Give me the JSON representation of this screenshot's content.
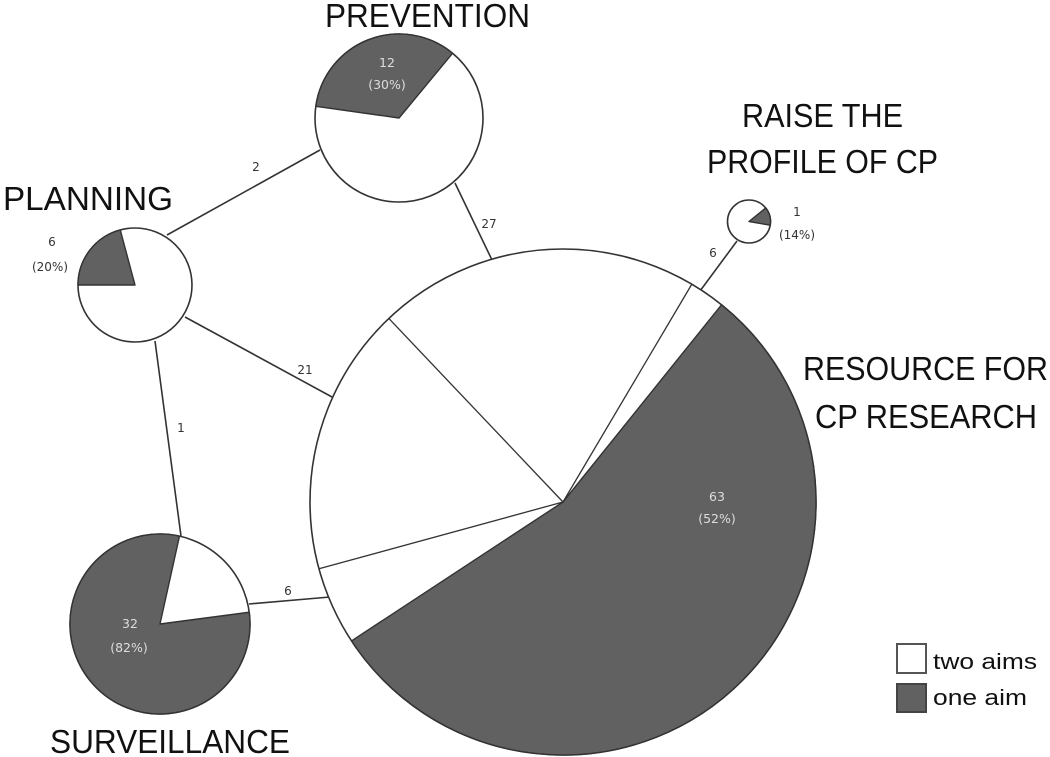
{
  "titles": {
    "prevention": "PREVENTION",
    "planning": "PLANNING",
    "raise_line1": "RAISE THE",
    "raise_line2": "PROFILE OF CP",
    "resource_line1": "RESOURCE FOR",
    "resource_line2": "CP RESEARCH",
    "surveillance": "SURVEILLANCE"
  },
  "legend": {
    "two_aims": "two aims",
    "one_aim": "one aim"
  },
  "colors": {
    "one_aim": "#616161",
    "two_aims": "#ffffff",
    "stroke": "#333333",
    "inner_text": "#dddddd"
  },
  "chart_data": {
    "type": "pie",
    "subtype": "network of pie charts",
    "title": "",
    "legend": [
      {
        "label": "two aims",
        "color": "#ffffff"
      },
      {
        "label": "one aim",
        "color": "#616161"
      }
    ],
    "nodes": [
      {
        "id": "prevention",
        "label": "PREVENTION",
        "one_aim_count": 12,
        "one_aim_percent": 30,
        "count_label": "12",
        "percent_label": "(30%)"
      },
      {
        "id": "planning",
        "label": "PLANNING",
        "one_aim_count": 6,
        "one_aim_percent": 20,
        "count_label": "6",
        "percent_label": "(20%)"
      },
      {
        "id": "raise_profile",
        "label": "RAISE THE PROFILE OF CP",
        "one_aim_count": 1,
        "one_aim_percent": 14,
        "count_label": "1",
        "percent_label": "(14%)"
      },
      {
        "id": "resource",
        "label": "RESOURCE FOR CP RESEARCH",
        "one_aim_count": 63,
        "one_aim_percent": 52,
        "count_label": "63",
        "percent_label": "(52%)"
      },
      {
        "id": "surveillance",
        "label": "SURVEILLANCE",
        "one_aim_count": 32,
        "one_aim_percent": 82,
        "count_label": "32",
        "percent_label": "(82%)"
      }
    ],
    "edges": [
      {
        "from": "planning",
        "to": "prevention",
        "value": 2,
        "label": "2"
      },
      {
        "from": "prevention",
        "to": "resource",
        "value": 27,
        "label": "27"
      },
      {
        "from": "planning",
        "to": "resource",
        "value": 21,
        "label": "21"
      },
      {
        "from": "planning",
        "to": "surveillance",
        "value": 1,
        "label": "1"
      },
      {
        "from": "surveillance",
        "to": "resource",
        "value": 6,
        "label": "6"
      },
      {
        "from": "raise_profile",
        "to": "resource",
        "value": 6,
        "label": "6"
      }
    ]
  }
}
